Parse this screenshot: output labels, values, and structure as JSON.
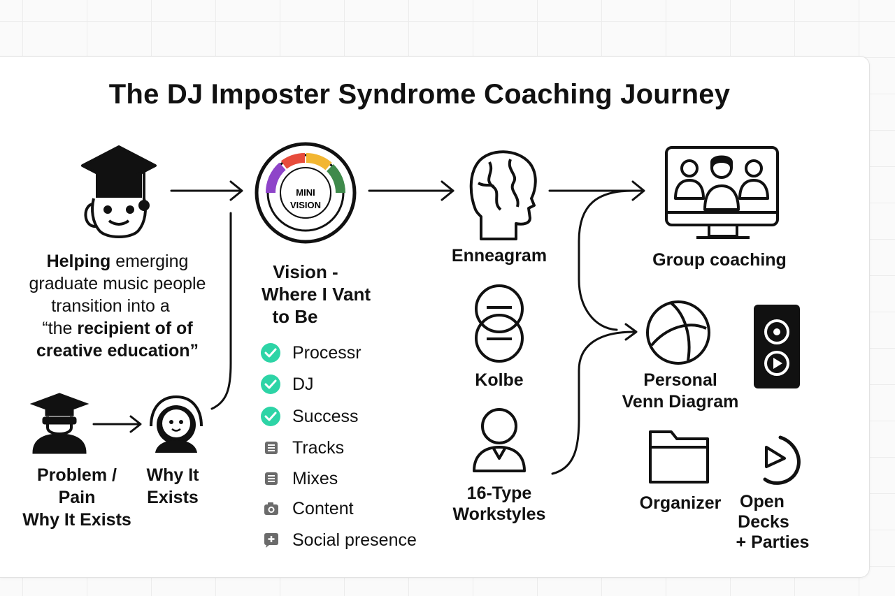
{
  "title": "The DJ Imposter Syndrome Coaching Journey",
  "intro": {
    "line1_bold": "Helping",
    "line1_rest": " emerging",
    "line2": "graduate music people",
    "line3": "transition into a",
    "line4_open": "“the ",
    "line4_bold": "recipient of of",
    "line5": "creative education”"
  },
  "problem": {
    "line1": "Problem /",
    "line2": "Pain",
    "line3": "Why It Exists"
  },
  "why": {
    "line1": "Why It",
    "line2": "Exists"
  },
  "vision": {
    "badge_line1": "MINI",
    "badge_line2": "VISION",
    "line1": "Vision -",
    "line2": "Where I Vant",
    "line3": "to Be",
    "ring_colors": [
      "#8e44c9",
      "#e74c3c",
      "#f2b632",
      "#3f8a4b"
    ]
  },
  "checklist": [
    {
      "label": "Processr",
      "icon": "check-circle-icon",
      "color": "#2dd4a6"
    },
    {
      "label": "DJ",
      "icon": "check-circle-icon",
      "color": "#2dd4a6"
    },
    {
      "label": "Success",
      "icon": "check-circle-icon",
      "color": "#2dd4a6"
    },
    {
      "label": "Tracks",
      "icon": "document-icon",
      "color": "#6b6b6b"
    },
    {
      "label": "Mixes",
      "icon": "document-icon",
      "color": "#6b6b6b"
    },
    {
      "label": "Content",
      "icon": "camera-icon",
      "color": "#6b6b6b"
    },
    {
      "label": "Social presence",
      "icon": "chat-plus-icon",
      "color": "#6b6b6b"
    }
  ],
  "assessments": {
    "enneagram": "Enneagram",
    "kolbe": "Kolbe",
    "type16_line1": "16-Type",
    "type16_line2": "Workstyles"
  },
  "outcomes": {
    "group": "Group coaching",
    "venn_line1": "Personal",
    "venn_line2": "Venn Diagram",
    "organizer": "Organizer",
    "open_line1": "Open",
    "open_line2": "Decks",
    "open_line3": "+ Parties"
  }
}
